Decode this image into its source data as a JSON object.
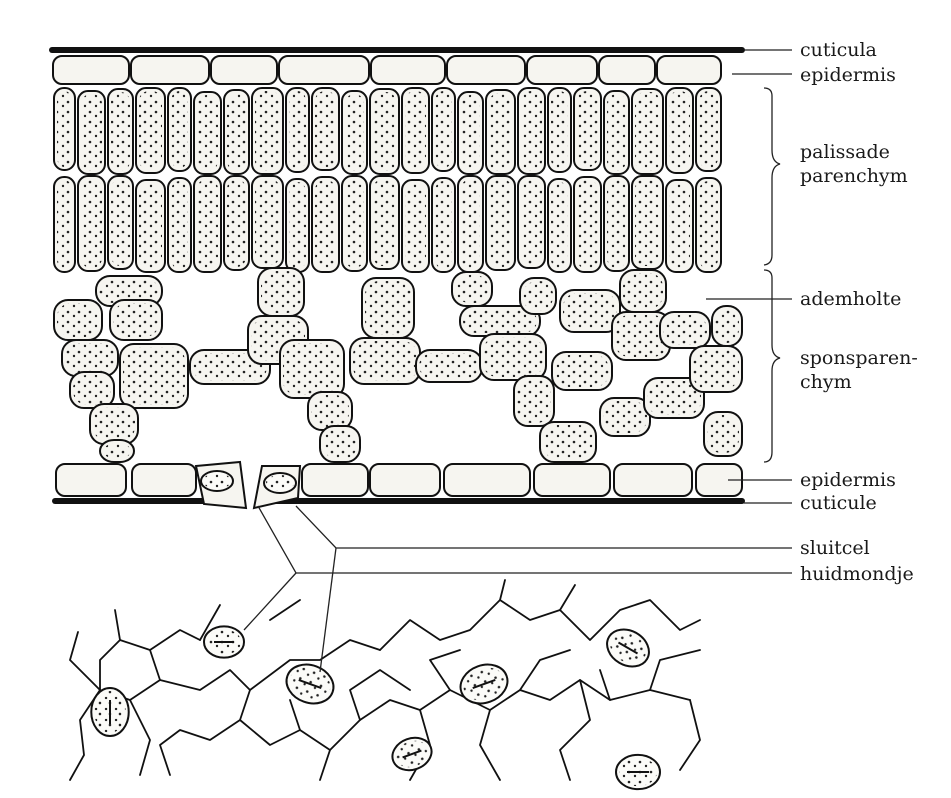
{
  "labels": {
    "cuticula": "cuticula",
    "epidermis_top": "epidermis",
    "palissade_1": "palissade",
    "palissade_2": "parenchym",
    "ademholte": "ademholte",
    "spons_1": "sponsparen-",
    "spons_2": "chym",
    "epidermis_bottom": "epidermis",
    "cuticule": "cuticule",
    "sluitcel": "sluitcel",
    "huidmondje": "huidmondje"
  },
  "colors": {
    "ink": "#111111",
    "paper": "#ffffff",
    "cell_fill": "#f6f5f0"
  }
}
